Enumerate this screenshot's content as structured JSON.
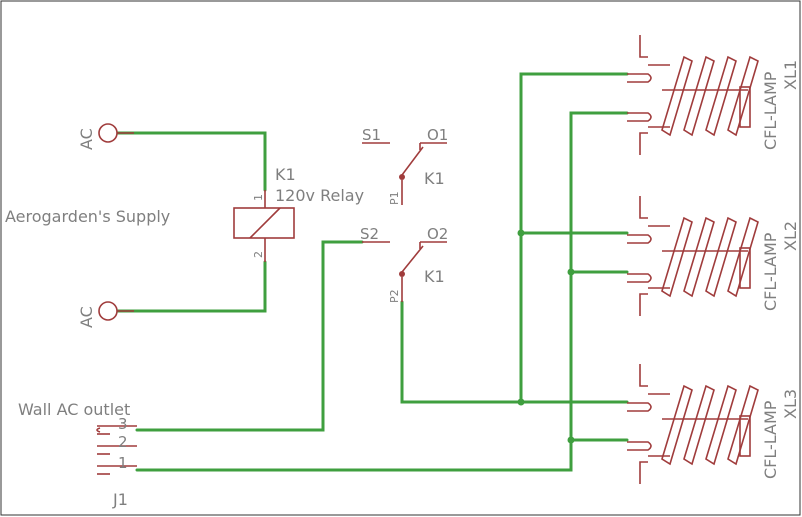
{
  "supply": {
    "label": "Aerogarden's Supply",
    "terminal_top": "AC",
    "terminal_bottom": "AC"
  },
  "relay": {
    "name": "K1",
    "value": "120v Relay",
    "pin_top": "1",
    "pin_bottom": "2"
  },
  "switch1": {
    "s": "S1",
    "o": "O1",
    "p": "P1",
    "name": "K1"
  },
  "switch2": {
    "s": "S2",
    "o": "O2",
    "p": "P2",
    "name": "K1"
  },
  "outlet": {
    "label": "Wall AC outlet",
    "pins": [
      "3",
      "2",
      "1"
    ],
    "name": "J1"
  },
  "lamps": [
    {
      "type": "CFL-LAMP",
      "name": "XL1"
    },
    {
      "type": "CFL-LAMP",
      "name": "XL2"
    },
    {
      "type": "CFL-LAMP",
      "name": "XL3"
    }
  ],
  "colors": {
    "wire": "#3f9f3f",
    "symbol": "#a03c3c",
    "text": "#7f7f7f"
  }
}
